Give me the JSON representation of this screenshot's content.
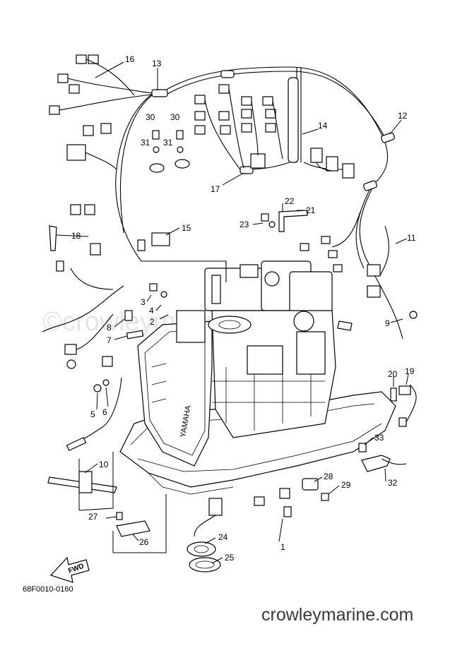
{
  "diagram": {
    "watermark": "©crowleymarine",
    "site": "crowleymarine.com",
    "figure_code": "68F0010-0160",
    "fwd_label": "FWD",
    "callouts": [
      "1",
      "2",
      "3",
      "4",
      "5",
      "6",
      "7",
      "8",
      "9",
      "10",
      "11",
      "12",
      "13",
      "14",
      "15",
      "16",
      "17",
      "18",
      "19",
      "20",
      "21",
      "22",
      "23",
      "24",
      "25",
      "26",
      "27",
      "28",
      "29",
      "30",
      "30",
      "31",
      "31",
      "32",
      "33"
    ]
  }
}
